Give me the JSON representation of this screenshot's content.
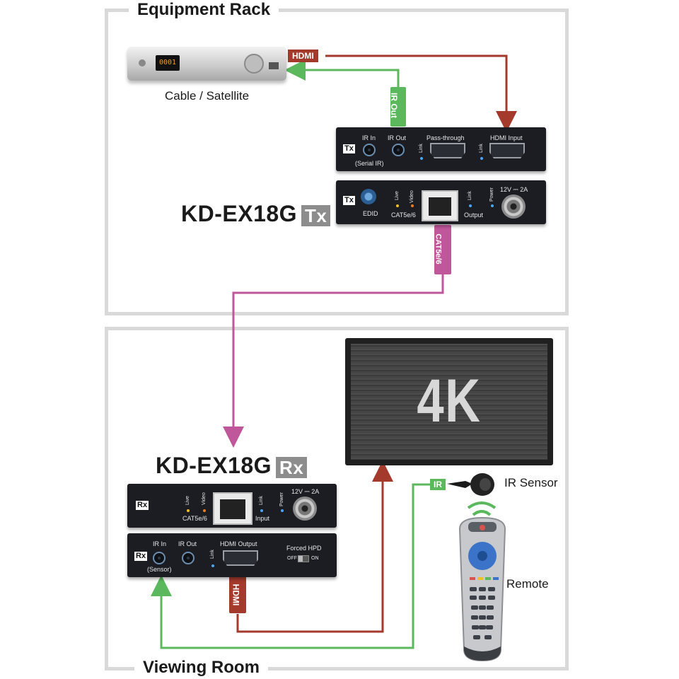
{
  "sections": {
    "equipment_rack": "Equipment Rack",
    "viewing_room": "Viewing Room"
  },
  "source_device": {
    "caption": "Cable / Satellite",
    "display": "0001"
  },
  "cables": {
    "hdmi_top": "HDMI",
    "ir_out": "IR Out",
    "cat": "CAT5e/6",
    "hdmi_bottom": "HDMI",
    "ir_bottom": "IR"
  },
  "tx": {
    "model": "KD-EX18G",
    "model_tag": "Tx",
    "badge": "Tx",
    "upper_panel": {
      "ir_in": "IR In",
      "ir_in_sub": "(Serial IR)",
      "ir_out": "IR Out",
      "pass_through": "Pass-through",
      "hdmi_input": "HDMI Input",
      "link1": "Link",
      "link2": "Link"
    },
    "lower_panel": {
      "edid": "EDID",
      "live": "Live",
      "video": "Video",
      "cat": "CAT5e/6",
      "link": "Link",
      "output": "Output",
      "power": "Power",
      "voltage": "12V ⎓ 2A"
    }
  },
  "rx": {
    "model": "KD-EX18G",
    "model_tag": "Rx",
    "badge": "Rx",
    "upper_panel": {
      "live": "Live",
      "video": "Video",
      "cat": "CAT5e/6",
      "link": "Link",
      "input": "Input",
      "power": "Power",
      "voltage": "12V ⎓ 2A"
    },
    "lower_panel": {
      "ir_in": "IR In",
      "ir_in_sub": "(Sensor)",
      "ir_out": "IR Out",
      "link": "Link",
      "hdmi_output": "HDMI Output",
      "forced_hpd": "Forced HPD",
      "off": "OFF",
      "on": "ON"
    }
  },
  "display": {
    "label": "4K"
  },
  "ir_sensor": {
    "caption": "IR Sensor"
  },
  "remote": {
    "caption": "Remote"
  },
  "colors": {
    "hdmi": "#a33a2c",
    "ir": "#5cb85c",
    "cat": "#c0579b",
    "frame": "#d9d9d9"
  }
}
